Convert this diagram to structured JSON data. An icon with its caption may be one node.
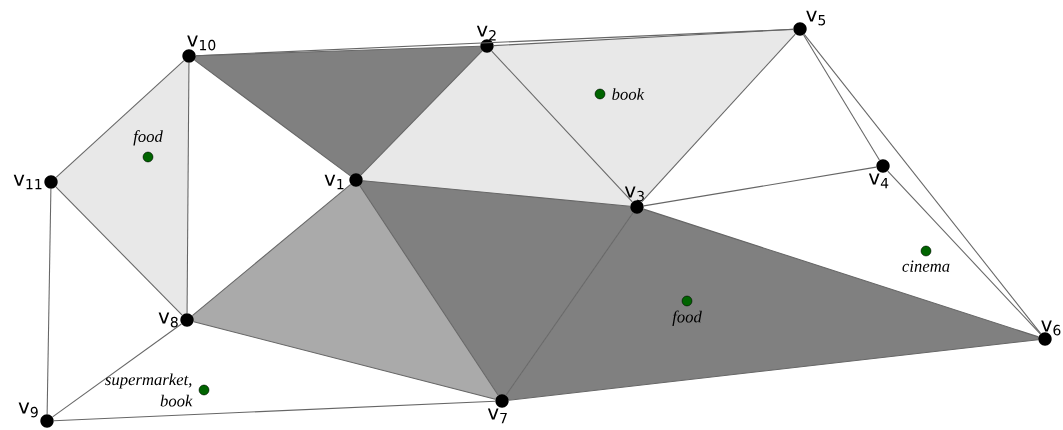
{
  "diagram": {
    "nodes": [
      {
        "text": [],
        "shape": "circle",
        "beside": [
          "v$_{1}$"
        ]
      },
      {
        "text": [],
        "shape": "circle",
        "beside": [
          "v$_{2}$"
        ]
      },
      {
        "text": [],
        "shape": "circle",
        "beside": [
          "v$_{3}$"
        ]
      },
      {
        "text": [],
        "shape": "circle",
        "beside": [
          "v$_{4}$"
        ]
      },
      {
        "text": [],
        "shape": "circle",
        "beside": [
          "v$_{5}$"
        ]
      },
      {
        "text": [],
        "shape": "circle",
        "beside": [
          "v$_{6}$"
        ]
      },
      {
        "text": [],
        "shape": "circle",
        "beside": [
          "v$_{7}$"
        ]
      },
      {
        "text": [],
        "shape": "circle",
        "beside": [
          "v$_{8}$"
        ]
      },
      {
        "text": [],
        "shape": "circle",
        "beside": [
          "v$_{9}$"
        ]
      },
      {
        "text": [],
        "shape": "circle",
        "beside": [
          "v$_{10}$"
        ]
      },
      {
        "text": [],
        "shape": "circle",
        "beside": [
          "v$_{11}$"
        ]
      }
    ],
    "edges": [
      {
        "from": 9,
        "to": 1,
        "arrow": "none"
      },
      {
        "from": 9,
        "to": 4,
        "arrow": "none"
      },
      {
        "from": 1,
        "to": 4,
        "arrow": "none"
      },
      {
        "from": 9,
        "to": 10,
        "arrow": "none"
      },
      {
        "from": 9,
        "to": 7,
        "arrow": "none"
      },
      {
        "from": 9,
        "to": 0,
        "arrow": "none"
      },
      {
        "from": 10,
        "to": 7,
        "arrow": "none"
      },
      {
        "from": 10,
        "to": 8,
        "arrow": "none"
      },
      {
        "from": 0,
        "to": 1,
        "arrow": "none"
      },
      {
        "from": 0,
        "to": 2,
        "arrow": "none"
      },
      {
        "from": 0,
        "to": 7,
        "arrow": "none"
      },
      {
        "from": 0,
        "to": 6,
        "arrow": "none"
      },
      {
        "from": 1,
        "to": 2,
        "arrow": "none"
      },
      {
        "from": 2,
        "to": 4,
        "arrow": "none"
      },
      {
        "from": 2,
        "to": 3,
        "arrow": "none"
      },
      {
        "from": 2,
        "to": 6,
        "arrow": "none"
      },
      {
        "from": 2,
        "to": 5,
        "arrow": "none"
      },
      {
        "from": 3,
        "to": 4,
        "arrow": "none"
      },
      {
        "from": 3,
        "to": 5,
        "arrow": "none"
      },
      {
        "from": 4,
        "to": 5,
        "arrow": "none"
      },
      {
        "from": 7,
        "to": 8,
        "arrow": "none"
      },
      {
        "from": 7,
        "to": 6,
        "arrow": "none"
      },
      {
        "from": 8,
        "to": 6,
        "arrow": "none"
      },
      {
        "from": 6,
        "to": 5,
        "arrow": "none"
      }
    ],
    "labels": [
      "food",
      "book",
      "cinema",
      "food",
      "supermarket, book"
    ]
  }
}
